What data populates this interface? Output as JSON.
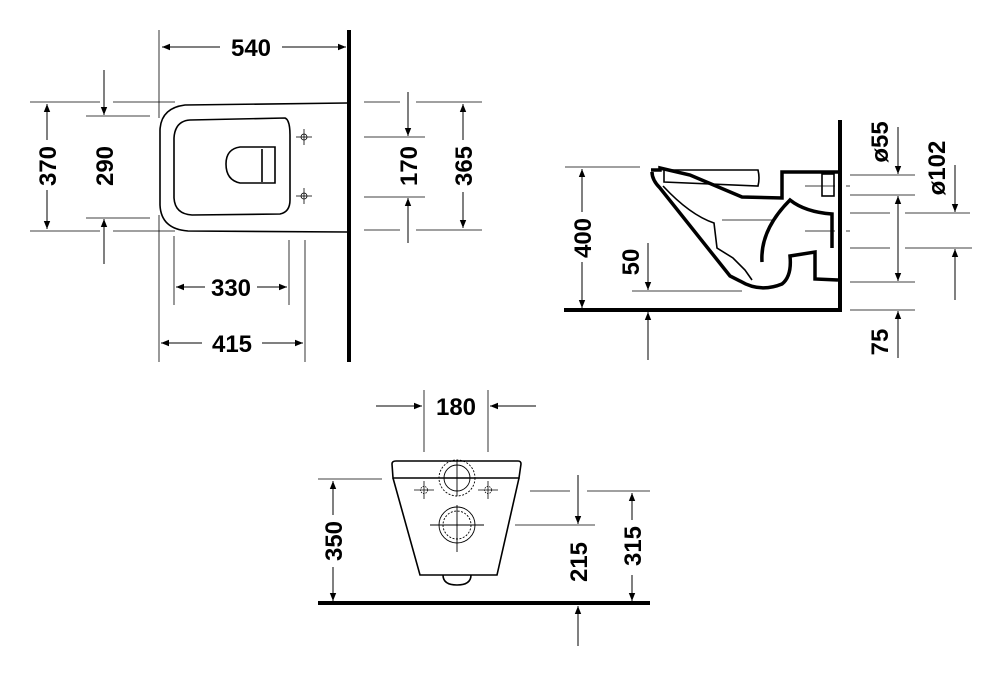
{
  "top_view": {
    "width_total": "540",
    "depth_total": "370",
    "seat_depth": "290",
    "fixing_spacing": "170",
    "depth_wall": "365",
    "fixing_to_front": "330",
    "projection": "415"
  },
  "side_view": {
    "height": "400",
    "outlet_offset": "50",
    "inlet_diameter": "ø55",
    "outlet_diameter": "ø102",
    "outlet_height": "75"
  },
  "front_view": {
    "fixing_width": "180",
    "rim_height": "350",
    "outlet_height": "215",
    "fixing_height": "315"
  }
}
